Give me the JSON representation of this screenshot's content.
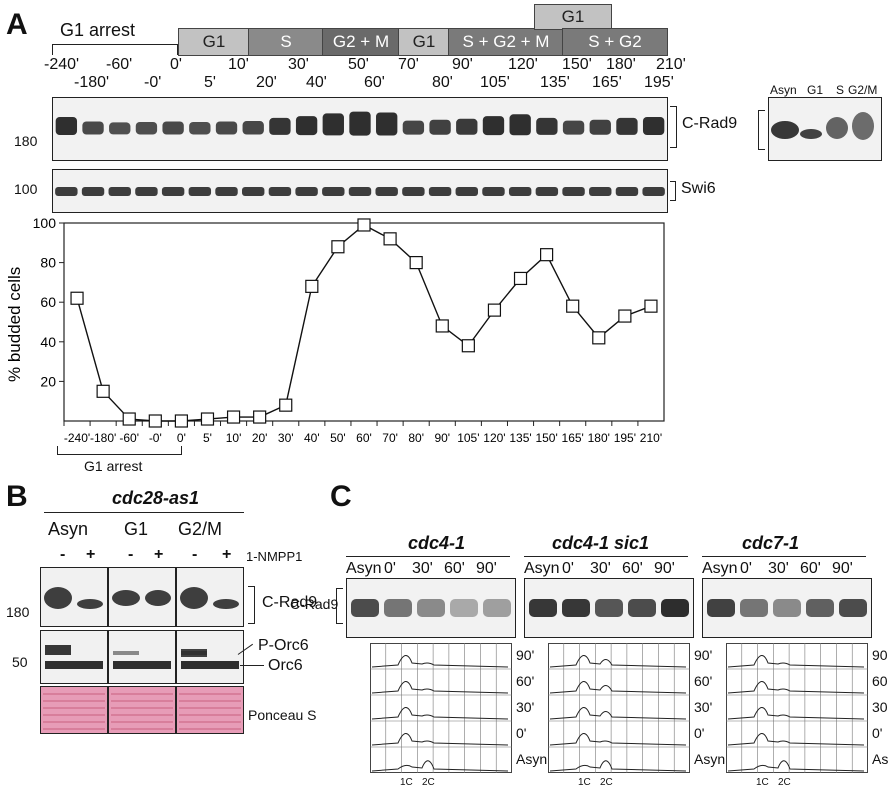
{
  "panelA": {
    "letter": "A",
    "g1_arrest_label": "G1 arrest",
    "phases": [
      {
        "label": "G1",
        "color": "#c2c2c2"
      },
      {
        "label": "S",
        "color": "#8a8a8a"
      },
      {
        "label": "G2 + M",
        "color": "#6a6a6a"
      },
      {
        "label": "G1",
        "color": "#c2c2c2"
      },
      {
        "label": "S + G2 + M",
        "color": "#7a7a7a"
      },
      {
        "label": "G1",
        "color": "#c2c2c2"
      },
      {
        "label": "S + G2",
        "color": "#7a7a7a"
      }
    ],
    "time_row1": [
      "-240'",
      "-60'",
      "0'",
      "10'",
      "30'",
      "50'",
      "70'",
      "90'",
      "120'",
      "150'",
      "180'",
      "210'"
    ],
    "time_row2": [
      "-180'",
      "-0'",
      "5'",
      "20'",
      "40'",
      "60'",
      "80'",
      "105'",
      "135'",
      "165'",
      "195'"
    ],
    "blot_rad9_marker": "180",
    "blot_rad9_label": "C-Rad9",
    "blot_swi6_marker": "100",
    "blot_swi6_label": "Swi6",
    "inset_lanes": [
      "Asyn",
      "G1",
      "S",
      "G2/M"
    ],
    "g1_arrest_bottom": "G1 arrest"
  },
  "chart_data": {
    "type": "line",
    "ylabel": "% budded cells",
    "ylim": [
      0,
      100
    ],
    "yticks": [
      20,
      40,
      60,
      80,
      100
    ],
    "categories": [
      "-240'",
      "-180'",
      "-60'",
      "-0'",
      "0'",
      "5'",
      "10'",
      "20'",
      "30'",
      "40'",
      "50'",
      "60'",
      "70'",
      "80'",
      "90'",
      "105'",
      "120'",
      "135'",
      "150'",
      "165'",
      "180'",
      "195'",
      "210'"
    ],
    "values": [
      62,
      15,
      1,
      0,
      0,
      1,
      2,
      2,
      8,
      68,
      88,
      99,
      92,
      80,
      48,
      38,
      56,
      72,
      84,
      58,
      42,
      53,
      58
    ],
    "grid": false
  },
  "panelB": {
    "letter": "B",
    "title": "cdc28-as1",
    "groups": [
      "Asyn",
      "G1",
      "G2/M"
    ],
    "signs": [
      "-",
      "+",
      "-",
      "+",
      "-",
      "+"
    ],
    "treatment": "1-NMPP1",
    "marker_180": "180",
    "marker_50": "50",
    "rad9_label": "C-Rad9",
    "porc6_label": "P-Orc6",
    "orc6_label": "Orc6",
    "ponceau_label": "Ponceau S"
  },
  "panelC": {
    "letter": "C",
    "blot_label": "C-Rad9",
    "strains": [
      {
        "name": "cdc4-1"
      },
      {
        "name": "cdc4-1 sic1"
      },
      {
        "name": "cdc7-1"
      }
    ],
    "lanes": [
      "Asyn",
      "0'",
      "30'",
      "60'",
      "90'"
    ],
    "facs_rows": [
      "90'",
      "60'",
      "30'",
      "0'",
      "Asyn"
    ],
    "facs_x": [
      "1C",
      "2C"
    ]
  }
}
